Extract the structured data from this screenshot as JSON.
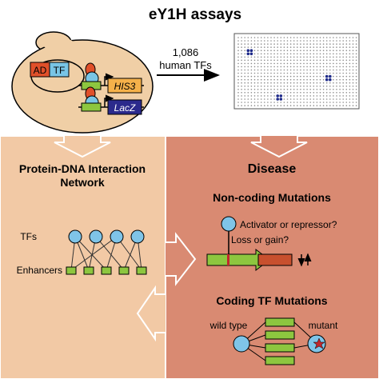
{
  "title": "eY1H assays",
  "screen": {
    "count": "1,086",
    "unit": "human TFs"
  },
  "yeast": {
    "ad": "AD",
    "tf": "TF",
    "reporter1": "HIS3",
    "reporter2": "LacZ"
  },
  "network": {
    "title_line1": "Protein-DNA Interaction",
    "title_line2": "Network",
    "tfs_label": "TFs",
    "enhancers_label": "Enhancers"
  },
  "disease": {
    "title": "Disease",
    "noncoding_title": "Non-coding Mutations",
    "activator_text": "Activator or repressor?",
    "loss_gain_text": "Loss or gain?",
    "coding_title": "Coding TF Mutations",
    "wild_type": "wild type",
    "mutant": "mutant"
  },
  "colors": {
    "top_bg": "#ffffff",
    "left_panel": "#f2c9a5",
    "right_panel": "#d98a72",
    "yeast_cell": "#f0cfa6",
    "ad_box": "#e0502a",
    "tf_box": "#79c5e6",
    "green": "#8dc63f",
    "his3_box": "#f5b14a",
    "lacz_box": "#2b2a8c",
    "tf_node": "#7fc4e8",
    "mutant_star": "#c1272d",
    "enhancer_rect": "#c8502e",
    "grid_dot": "#8a8a8a",
    "hit_dot": "#1e2a8a"
  }
}
